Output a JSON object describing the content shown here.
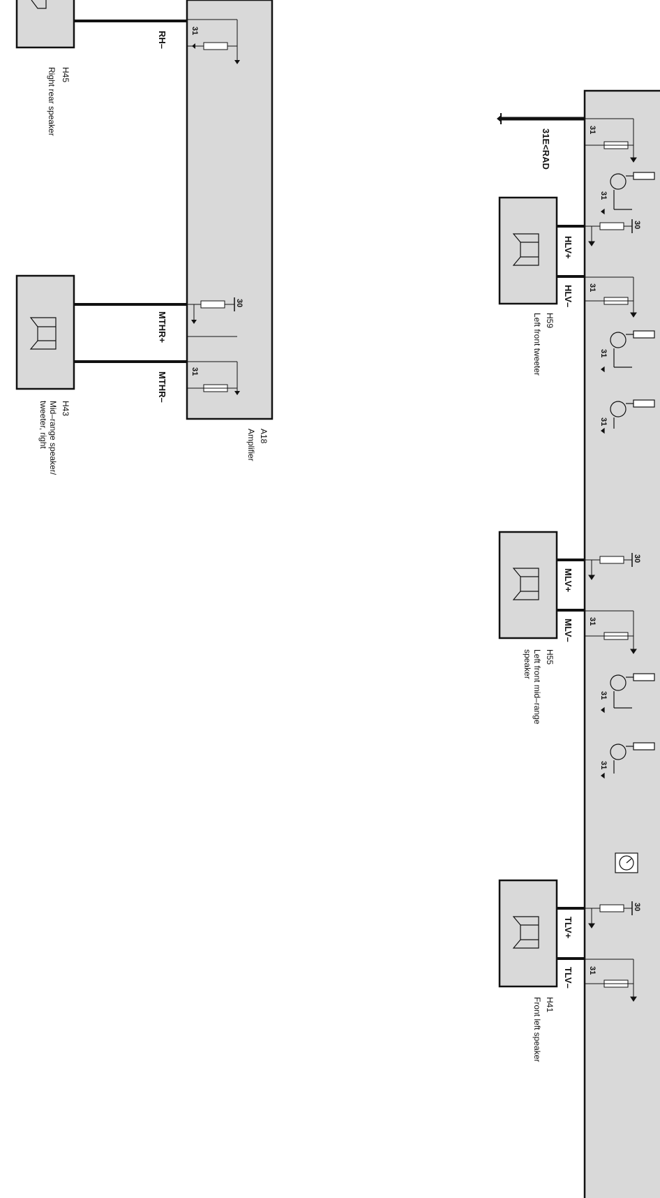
{
  "amplifier": {
    "id": "A18",
    "name": "Amplifier"
  },
  "left_module": {
    "pins": {
      "p31": "31",
      "p30": "30"
    },
    "ground_label": "31E<RAD"
  },
  "speakers": [
    {
      "key": "h45",
      "id": "H45",
      "name": "Right rear speaker"
    },
    {
      "key": "h43",
      "id": "H43",
      "name_line1": "Mid–range speaker/",
      "name_line2": "tweeter, right"
    },
    {
      "key": "h59",
      "id": "H59",
      "name": "Left front tweeter"
    },
    {
      "key": "h55",
      "id": "H55",
      "name_line1": "Left front mid–range",
      "name_line2": "speaker"
    },
    {
      "key": "h41",
      "id": "H41",
      "name": "Front left speaker"
    }
  ],
  "wire_labels": {
    "rh_minus": "RH–",
    "mthr_plus": "MTHR+",
    "mthr_minus": "MTHR–",
    "hlv_plus": "HLV+",
    "hlv_minus": "HLV–",
    "mlv_plus": "MLV+",
    "mlv_minus": "MLV–",
    "tlv_plus": "TLV+",
    "tlv_minus": "TLV–"
  },
  "colors": {
    "module_fill": "#d9d9d9",
    "line": "#111111",
    "background": "#ffffff"
  }
}
